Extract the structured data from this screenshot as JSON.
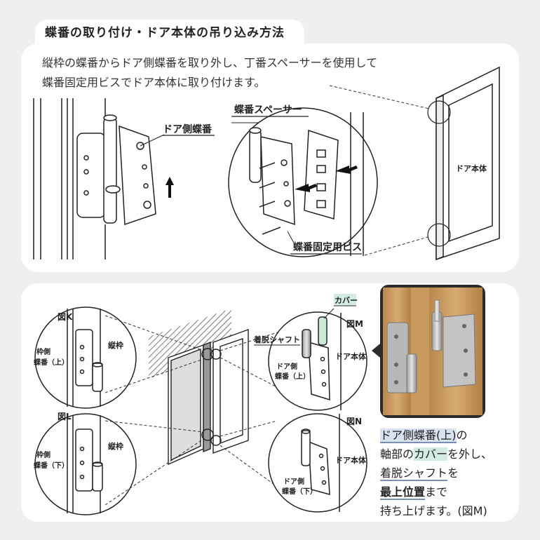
{
  "title": "蝶番の取り付け・ドア本体の吊り込み方法",
  "intro": {
    "line1": "縦枠の蝶番からドア側蝶番を取り外し、丁番スペーサーを使用して",
    "line2": "蝶番固定用ビスでドア本体に取り付けます。"
  },
  "top_labels": {
    "door_hinge": "ドア側蝶番",
    "spacer": "蝶番スペーサー",
    "screws": "蝶番固定用ビス",
    "door_body": "ドア本体"
  },
  "bottom_labels": {
    "fig_k": "図K",
    "fig_l": "図L",
    "fig_m": "図M",
    "fig_n": "図N",
    "frame_hinge_upper": "枠側蝶番（上）",
    "frame_hinge_upper_l1": "枠側",
    "frame_hinge_upper_l2": "蝶番（上）",
    "frame_hinge_lower_l1": "枠側",
    "frame_hinge_lower_l2": "蝶番（下）",
    "jamb_k": "縦枠",
    "jamb_l": "縦枠",
    "cover": "カバー",
    "shaft": "着脱シャフト",
    "door_hinge_upper_l1": "ドア側",
    "door_hinge_upper_l2": "蝶番（上）",
    "door_hinge_lower_l1": "ドア側",
    "door_hinge_lower_l2": "蝶番（下）",
    "door_body_m": "ドア本体",
    "door_body_n": "ドア本体"
  },
  "instructions": {
    "l1_a": "ドア側蝶番(上)",
    "l1_b": "の",
    "l2_a": "軸部の",
    "l2_b": "カバー",
    "l2_c": "を外し、",
    "l3_a": "着脱シャフト",
    "l3_b": "を",
    "l4_a": "最上位置",
    "l4_b": "まで",
    "l5": "持ち上げます。(図M)"
  },
  "colors": {
    "background": "#efefef",
    "panel": "#ffffff",
    "highlight_blue": "#d9e2f0",
    "highlight_green": "#d3ece3",
    "wood": "#c99a5e"
  }
}
